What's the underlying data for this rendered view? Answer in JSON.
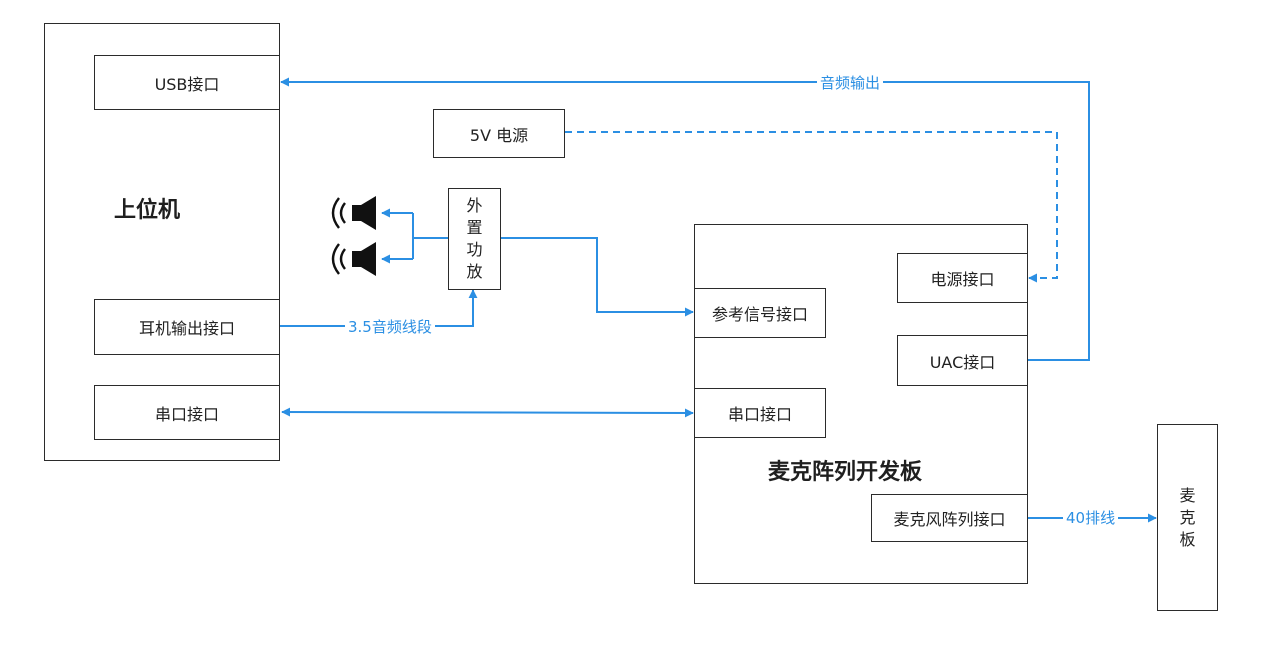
{
  "colors": {
    "connector": "#2b8fe3",
    "border": "#2b2b2b"
  },
  "host": {
    "title": "上位机",
    "usb_port": "USB接口",
    "headphone_port": "耳机输出接口",
    "serial_port": "串口接口"
  },
  "power_supply": {
    "label": "5V 电源"
  },
  "amplifier": {
    "chars": [
      "外",
      "置",
      "功",
      "放"
    ]
  },
  "speakers": [
    "speaker-icon",
    "speaker-icon"
  ],
  "board": {
    "title": "麦克阵列开发板",
    "power_port": "电源接口",
    "ref_port": "参考信号接口",
    "uac_port": "UAC接口",
    "serial_port": "串口接口",
    "mic_port": "麦克风阵列接口"
  },
  "mic_board": {
    "chars": [
      "麦",
      "克",
      "板"
    ]
  },
  "connections": {
    "audio_out": "音频输出",
    "audio_cable": "3.5音频线段",
    "ribbon": "40排线"
  }
}
